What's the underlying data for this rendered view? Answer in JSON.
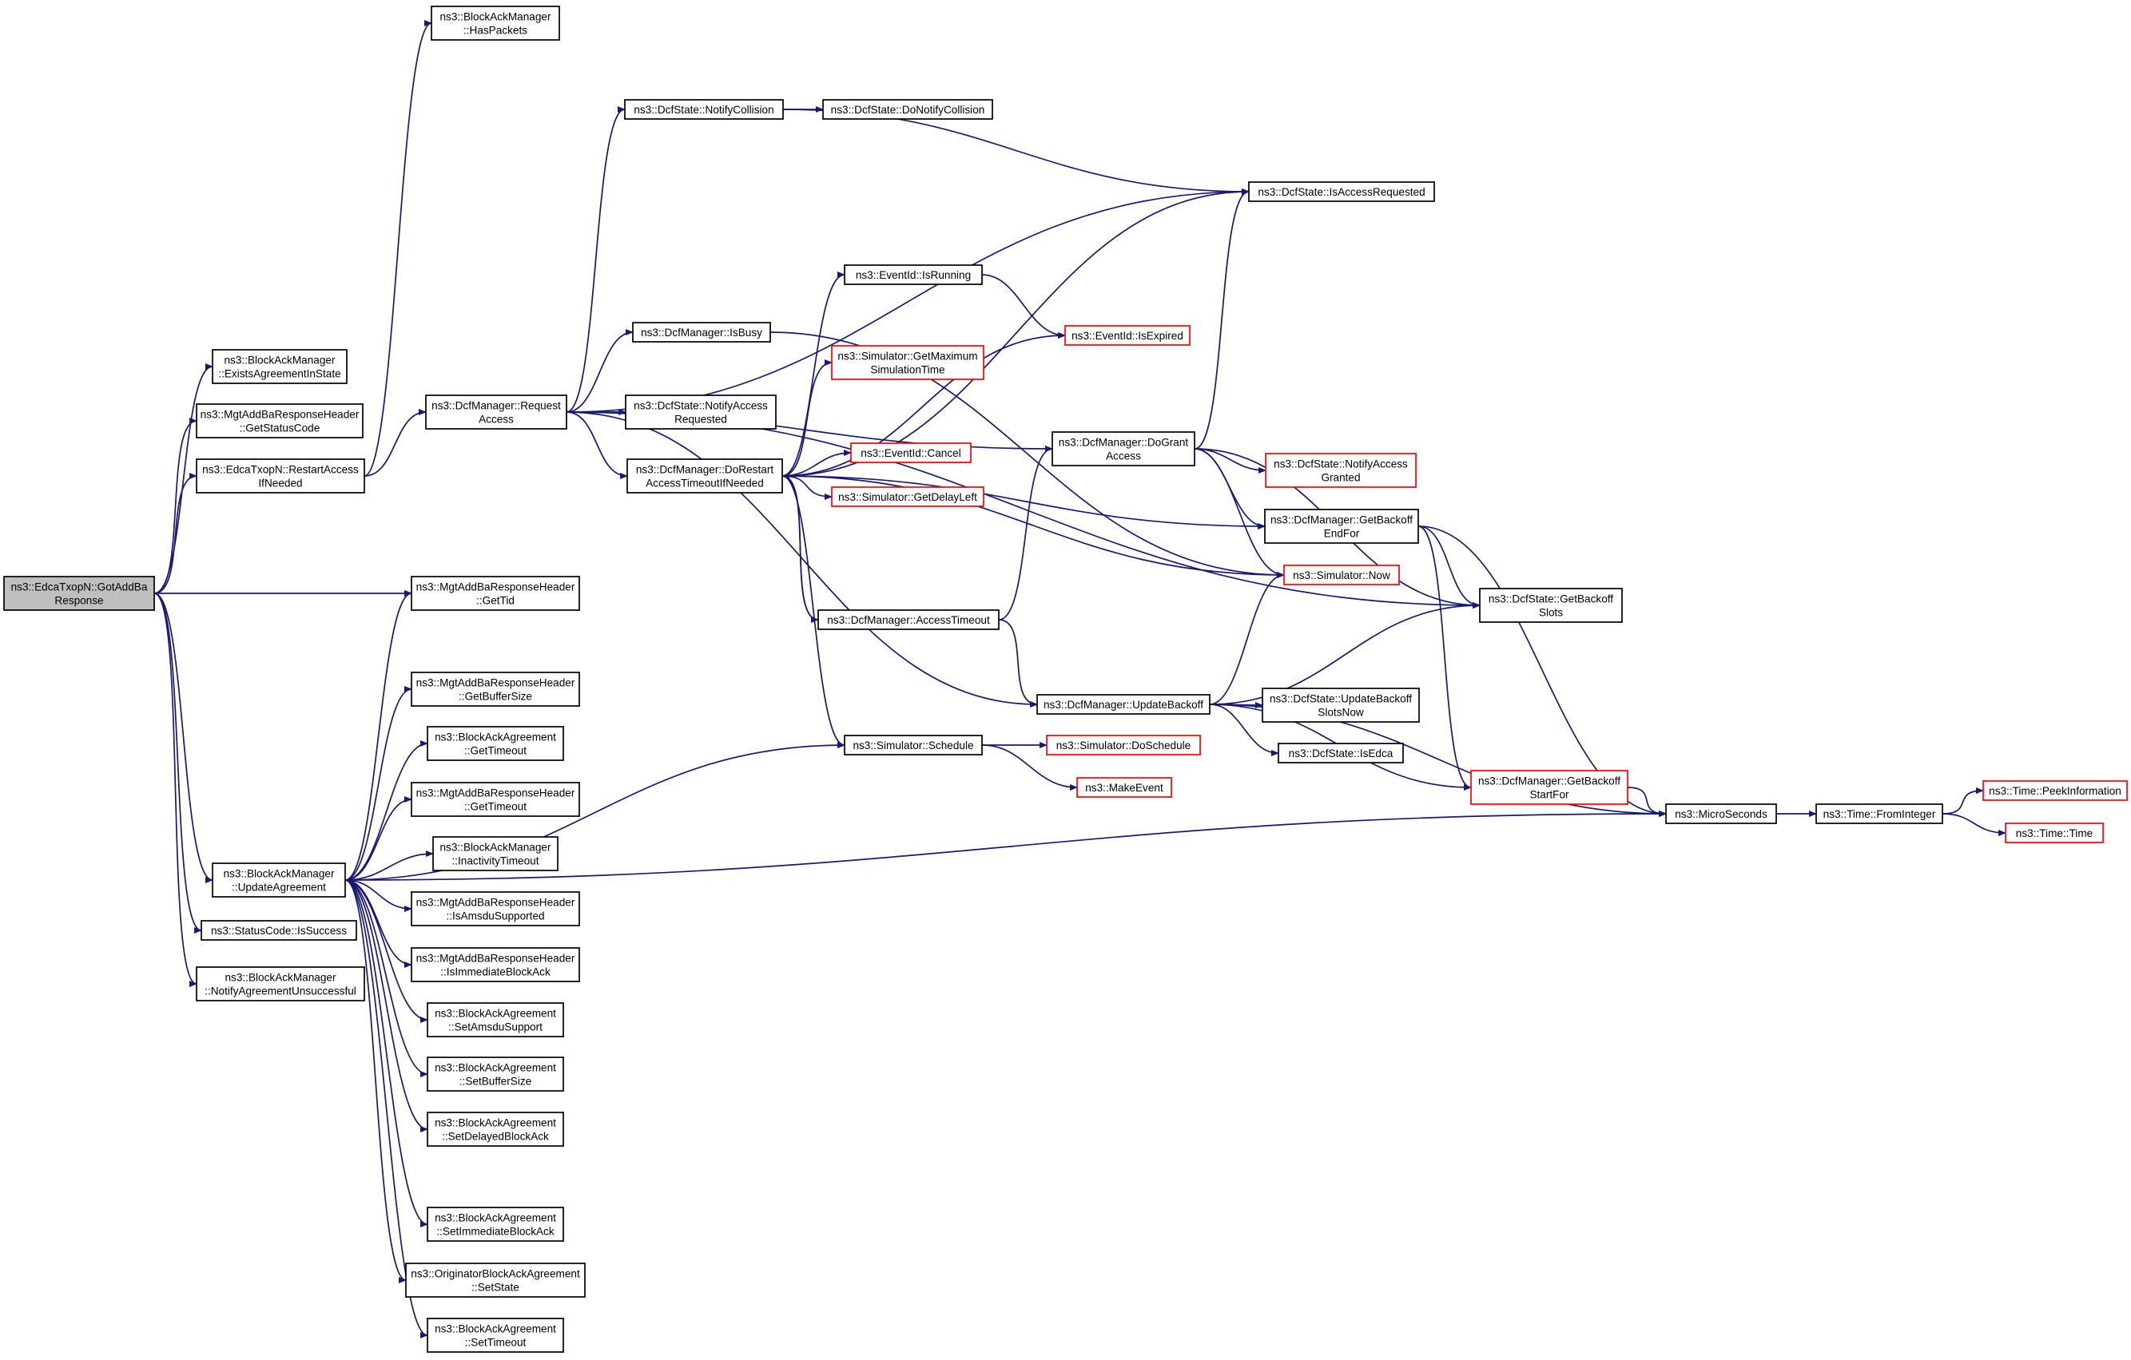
{
  "colors": {
    "edge": "#191970",
    "border_normal": "#000000",
    "border_truncated": "#ff0000",
    "fill_root": "#bfbfbf",
    "fill_normal": "#ffffff"
  },
  "nodes": [
    {
      "id": "got_add_ba",
      "lines": [
        "ns3::EdcaTxopN::GotAddBa",
        "Response"
      ],
      "style": "root"
    },
    {
      "id": "exists_agreement",
      "lines": [
        "ns3::BlockAckManager",
        "::ExistsAgreementInState"
      ],
      "style": "normal"
    },
    {
      "id": "get_status_code",
      "lines": [
        "ns3::MgtAddBaResponseHeader",
        "::GetStatusCode"
      ],
      "style": "normal"
    },
    {
      "id": "restart_access",
      "lines": [
        "ns3::EdcaTxopN::RestartAccess",
        "IfNeeded"
      ],
      "style": "normal"
    },
    {
      "id": "get_tid",
      "lines": [
        "ns3::MgtAddBaResponseHeader",
        "::GetTid"
      ],
      "style": "normal"
    },
    {
      "id": "update_agreement",
      "lines": [
        "ns3::BlockAckManager",
        "::UpdateAgreement"
      ],
      "style": "normal"
    },
    {
      "id": "is_success",
      "lines": [
        "ns3::StatusCode::IsSuccess"
      ],
      "style": "normal"
    },
    {
      "id": "notify_unsuccessful",
      "lines": [
        "ns3::BlockAckManager",
        "::NotifyAgreementUnsuccessful"
      ],
      "style": "normal"
    },
    {
      "id": "has_packets",
      "lines": [
        "ns3::BlockAckManager",
        "::HasPackets"
      ],
      "style": "normal"
    },
    {
      "id": "request_access",
      "lines": [
        "ns3::DcfManager::Request",
        "Access"
      ],
      "style": "normal"
    },
    {
      "id": "notify_collision",
      "lines": [
        "ns3::DcfState::NotifyCollision"
      ],
      "style": "normal"
    },
    {
      "id": "do_notify_collision",
      "lines": [
        "ns3::DcfState::DoNotifyCollision"
      ],
      "style": "normal"
    },
    {
      "id": "is_access_requested",
      "lines": [
        "ns3::DcfState::IsAccessRequested"
      ],
      "style": "normal"
    },
    {
      "id": "is_busy",
      "lines": [
        "ns3::DcfManager::IsBusy"
      ],
      "style": "normal"
    },
    {
      "id": "notify_access_requested",
      "lines": [
        "ns3::DcfState::NotifyAccess",
        "Requested"
      ],
      "style": "normal"
    },
    {
      "id": "do_restart",
      "lines": [
        "ns3::DcfManager::DoRestart",
        "AccessTimeoutIfNeeded"
      ],
      "style": "normal"
    },
    {
      "id": "is_running",
      "lines": [
        "ns3::EventId::IsRunning"
      ],
      "style": "normal"
    },
    {
      "id": "is_expired",
      "lines": [
        "ns3::EventId::IsExpired"
      ],
      "style": "truncated"
    },
    {
      "id": "get_max_sim_time",
      "lines": [
        "ns3::Simulator::GetMaximum",
        "SimulationTime"
      ],
      "style": "truncated"
    },
    {
      "id": "cancel",
      "lines": [
        "ns3::EventId::Cancel"
      ],
      "style": "truncated"
    },
    {
      "id": "get_delay_left",
      "lines": [
        "ns3::Simulator::GetDelayLeft"
      ],
      "style": "truncated"
    },
    {
      "id": "do_grant_access",
      "lines": [
        "ns3::DcfManager::DoGrant",
        "Access"
      ],
      "style": "normal"
    },
    {
      "id": "notify_access_granted",
      "lines": [
        "ns3::DcfState::NotifyAccess",
        "Granted"
      ],
      "style": "truncated"
    },
    {
      "id": "get_backoff_end_for",
      "lines": [
        "ns3::DcfManager::GetBackoff",
        "EndFor"
      ],
      "style": "normal"
    },
    {
      "id": "sim_now",
      "lines": [
        "ns3::Simulator::Now"
      ],
      "style": "truncated"
    },
    {
      "id": "get_backoff_slots",
      "lines": [
        "ns3::DcfState::GetBackoff",
        "Slots"
      ],
      "style": "normal"
    },
    {
      "id": "access_timeout",
      "lines": [
        "ns3::DcfManager::AccessTimeout"
      ],
      "style": "normal"
    },
    {
      "id": "update_backoff",
      "lines": [
        "ns3::DcfManager::UpdateBackoff"
      ],
      "style": "normal"
    },
    {
      "id": "update_backoff_slots_now",
      "lines": [
        "ns3::DcfState::UpdateBackoff",
        "SlotsNow"
      ],
      "style": "normal"
    },
    {
      "id": "is_edca",
      "lines": [
        "ns3::DcfState::IsEdca"
      ],
      "style": "normal"
    },
    {
      "id": "get_backoff_start_for",
      "lines": [
        "ns3::DcfManager::GetBackoff",
        "StartFor"
      ],
      "style": "truncated"
    },
    {
      "id": "schedule",
      "lines": [
        "ns3::Simulator::Schedule"
      ],
      "style": "normal"
    },
    {
      "id": "do_schedule",
      "lines": [
        "ns3::Simulator::DoSchedule"
      ],
      "style": "truncated"
    },
    {
      "id": "make_event",
      "lines": [
        "ns3::MakeEvent"
      ],
      "style": "truncated"
    },
    {
      "id": "micro_seconds",
      "lines": [
        "ns3::MicroSeconds"
      ],
      "style": "normal"
    },
    {
      "id": "from_integer",
      "lines": [
        "ns3::Time::FromInteger"
      ],
      "style": "normal"
    },
    {
      "id": "peek_information",
      "lines": [
        "ns3::Time::PeekInformation"
      ],
      "style": "truncated"
    },
    {
      "id": "time_time",
      "lines": [
        "ns3::Time::Time"
      ],
      "style": "truncated"
    },
    {
      "id": "get_buffer_size",
      "lines": [
        "ns3::MgtAddBaResponseHeader",
        "::GetBufferSize"
      ],
      "style": "normal"
    },
    {
      "id": "bak_get_timeout",
      "lines": [
        "ns3::BlockAckAgreement",
        "::GetTimeout"
      ],
      "style": "normal"
    },
    {
      "id": "hdr_get_timeout",
      "lines": [
        "ns3::MgtAddBaResponseHeader",
        "::GetTimeout"
      ],
      "style": "normal"
    },
    {
      "id": "inactivity_timeout",
      "lines": [
        "ns3::BlockAckManager",
        "::InactivityTimeout"
      ],
      "style": "normal"
    },
    {
      "id": "is_amsdu_supported",
      "lines": [
        "ns3::MgtAddBaResponseHeader",
        "::IsAmsduSupported"
      ],
      "style": "normal"
    },
    {
      "id": "is_immediate_block_ack",
      "lines": [
        "ns3::MgtAddBaResponseHeader",
        "::IsImmediateBlockAck"
      ],
      "style": "normal"
    },
    {
      "id": "set_amsdu_support",
      "lines": [
        "ns3::BlockAckAgreement",
        "::SetAmsduSupport"
      ],
      "style": "normal"
    },
    {
      "id": "set_buffer_size",
      "lines": [
        "ns3::BlockAckAgreement",
        "::SetBufferSize"
      ],
      "style": "normal"
    },
    {
      "id": "set_delayed_block_ack",
      "lines": [
        "ns3::BlockAckAgreement",
        "::SetDelayedBlockAck"
      ],
      "style": "normal"
    },
    {
      "id": "set_immediate_block_ack",
      "lines": [
        "ns3::BlockAckAgreement",
        "::SetImmediateBlockAck"
      ],
      "style": "normal"
    },
    {
      "id": "set_state",
      "lines": [
        "ns3::OriginatorBlockAckAgreement",
        "::SetState"
      ],
      "style": "normal"
    },
    {
      "id": "set_timeout",
      "lines": [
        "ns3::BlockAckAgreement",
        "::SetTimeout"
      ],
      "style": "normal"
    }
  ],
  "edges": [
    [
      "got_add_ba",
      "exists_agreement"
    ],
    [
      "got_add_ba",
      "get_status_code"
    ],
    [
      "got_add_ba",
      "restart_access"
    ],
    [
      "got_add_ba",
      "get_tid"
    ],
    [
      "got_add_ba",
      "update_agreement"
    ],
    [
      "got_add_ba",
      "is_success"
    ],
    [
      "got_add_ba",
      "notify_unsuccessful"
    ],
    [
      "restart_access",
      "has_packets"
    ],
    [
      "restart_access",
      "request_access"
    ],
    [
      "request_access",
      "notify_collision"
    ],
    [
      "request_access",
      "is_access_requested"
    ],
    [
      "request_access",
      "is_busy"
    ],
    [
      "request_access",
      "notify_access_requested"
    ],
    [
      "request_access",
      "do_restart"
    ],
    [
      "request_access",
      "do_grant_access"
    ],
    [
      "request_access",
      "update_backoff"
    ],
    [
      "request_access",
      "get_backoff_slots"
    ],
    [
      "notify_collision",
      "do_notify_collision"
    ],
    [
      "notify_collision",
      "is_access_requested"
    ],
    [
      "is_busy",
      "sim_now"
    ],
    [
      "do_restart",
      "is_running"
    ],
    [
      "do_restart",
      "is_expired"
    ],
    [
      "do_restart",
      "get_max_sim_time"
    ],
    [
      "do_restart",
      "cancel"
    ],
    [
      "do_restart",
      "get_delay_left"
    ],
    [
      "do_restart",
      "get_backoff_end_for"
    ],
    [
      "do_restart",
      "sim_now"
    ],
    [
      "do_restart",
      "access_timeout"
    ],
    [
      "do_restart",
      "schedule"
    ],
    [
      "do_restart",
      "is_access_requested"
    ],
    [
      "is_running",
      "is_expired"
    ],
    [
      "access_timeout",
      "do_restart"
    ],
    [
      "access_timeout",
      "do_grant_access"
    ],
    [
      "access_timeout",
      "update_backoff"
    ],
    [
      "do_grant_access",
      "is_access_requested"
    ],
    [
      "do_grant_access",
      "notify_access_granted"
    ],
    [
      "do_grant_access",
      "get_backoff_end_for"
    ],
    [
      "do_grant_access",
      "sim_now"
    ],
    [
      "do_grant_access",
      "get_backoff_slots"
    ],
    [
      "get_backoff_end_for",
      "get_backoff_slots"
    ],
    [
      "get_backoff_end_for",
      "get_backoff_start_for"
    ],
    [
      "get_backoff_end_for",
      "micro_seconds"
    ],
    [
      "update_backoff",
      "sim_now"
    ],
    [
      "update_backoff",
      "get_backoff_slots"
    ],
    [
      "update_backoff",
      "update_backoff_slots_now"
    ],
    [
      "update_backoff",
      "is_edca"
    ],
    [
      "update_backoff",
      "get_backoff_start_for"
    ],
    [
      "update_backoff",
      "micro_seconds"
    ],
    [
      "get_backoff_start_for",
      "micro_seconds"
    ],
    [
      "schedule",
      "do_schedule"
    ],
    [
      "schedule",
      "make_event"
    ],
    [
      "micro_seconds",
      "from_integer"
    ],
    [
      "from_integer",
      "peek_information"
    ],
    [
      "from_integer",
      "time_time"
    ],
    [
      "update_agreement",
      "get_tid"
    ],
    [
      "update_agreement",
      "get_buffer_size"
    ],
    [
      "update_agreement",
      "bak_get_timeout"
    ],
    [
      "update_agreement",
      "hdr_get_timeout"
    ],
    [
      "update_agreement",
      "inactivity_timeout"
    ],
    [
      "update_agreement",
      "is_amsdu_supported"
    ],
    [
      "update_agreement",
      "is_immediate_block_ack"
    ],
    [
      "update_agreement",
      "set_amsdu_support"
    ],
    [
      "update_agreement",
      "set_buffer_size"
    ],
    [
      "update_agreement",
      "set_delayed_block_ack"
    ],
    [
      "update_agreement",
      "set_immediate_block_ack"
    ],
    [
      "update_agreement",
      "set_state"
    ],
    [
      "update_agreement",
      "set_timeout"
    ],
    [
      "update_agreement",
      "schedule"
    ],
    [
      "update_agreement",
      "micro_seconds"
    ]
  ]
}
